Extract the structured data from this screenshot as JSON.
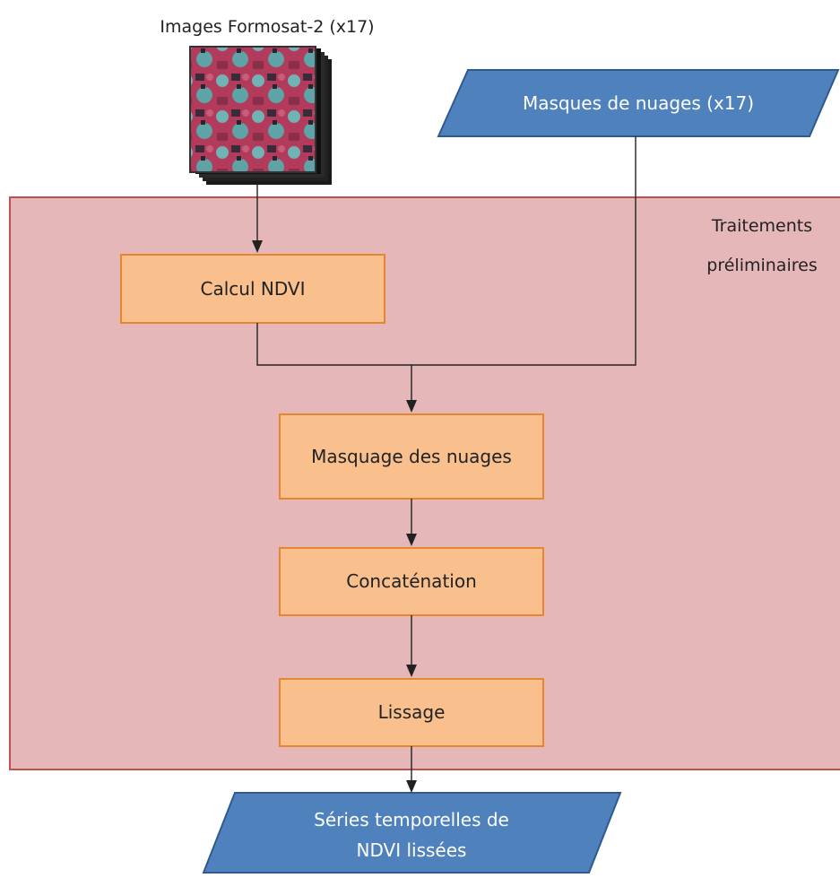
{
  "colors": {
    "region_fill": "#e6b7b9",
    "region_border": "#c0504d",
    "process_fill": "#f9c08d",
    "process_border": "#e6862f",
    "io_fill": "#4f81bd",
    "io_border": "#2f5a8f"
  },
  "input_image": {
    "title": "Images Formosat-2  (x17)",
    "icon": "satellite-image-stack-icon"
  },
  "cloud_masks": {
    "label": "Masques  de  nuages  (x17)"
  },
  "region": {
    "label_line1": "Traitements",
    "label_line2": "préliminaires"
  },
  "steps": {
    "ndvi": "Calcul  NDVI",
    "masking": "Masquage  des  nuages",
    "concat": "Concaténation",
    "smoothing": "Lissage"
  },
  "output": {
    "label_line1": "Séries  temporelles  de",
    "label_line2": "NDVI  lissées"
  }
}
